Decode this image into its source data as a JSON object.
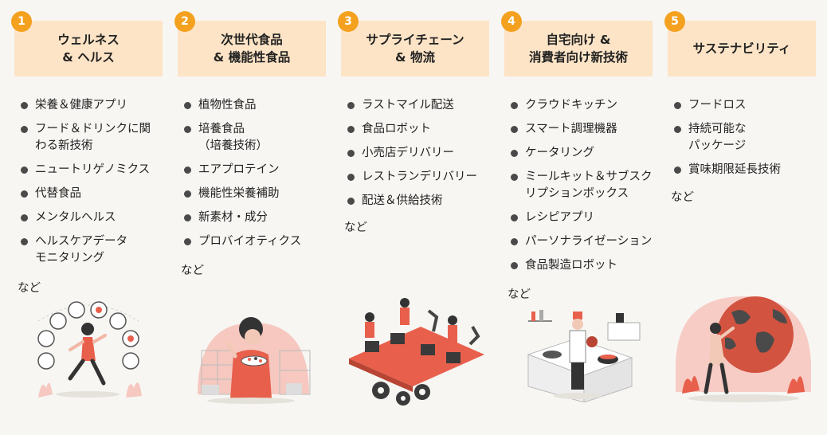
{
  "categories": [
    {
      "number": "1",
      "title": "ウェルネス\n& ヘルス",
      "items": [
        "栄養＆健康アプリ",
        "フード＆ドリンクに関\nわる新技術",
        "ニュートリゲノミクス",
        "代替食品",
        "メンタルヘルス",
        "ヘルスケアデータ\nモニタリング"
      ],
      "etc": "など"
    },
    {
      "number": "2",
      "title": "次世代食品\n& 機能性食品",
      "items": [
        "植物性食品",
        "培養食品\n（培養技術）",
        "エアプロテイン",
        "機能性栄養補助",
        "新素材・成分",
        "プロバイオティクス"
      ],
      "etc": "など"
    },
    {
      "number": "3",
      "title": "サプライチェーン\n& 物流",
      "items": [
        "ラストマイル配送",
        "食品ロボット",
        "小売店デリバリー",
        "レストランデリバリー",
        "配送＆供給技術"
      ],
      "etc": "など"
    },
    {
      "number": "4",
      "title": "自宅向け &\n消費者向け新技術",
      "items": [
        "クラウドキッチン",
        "スマート調理機器",
        "ケータリング",
        "ミールキット＆サブスク\nリプションボックス",
        "レシピアプリ",
        "パーソナライゼーション",
        "食品製造ロボット"
      ],
      "etc": "など"
    },
    {
      "number": "5",
      "title": "サステナビリティ",
      "items": [
        "フードロス",
        "持続可能な\nパッケージ",
        "賞味期限延長技術"
      ],
      "etc": "など"
    }
  ],
  "colors": {
    "header_bg": "#fde4c6",
    "badge": "#f4a11f",
    "accent": "#e8604c",
    "pink": "#f6c8c0"
  }
}
